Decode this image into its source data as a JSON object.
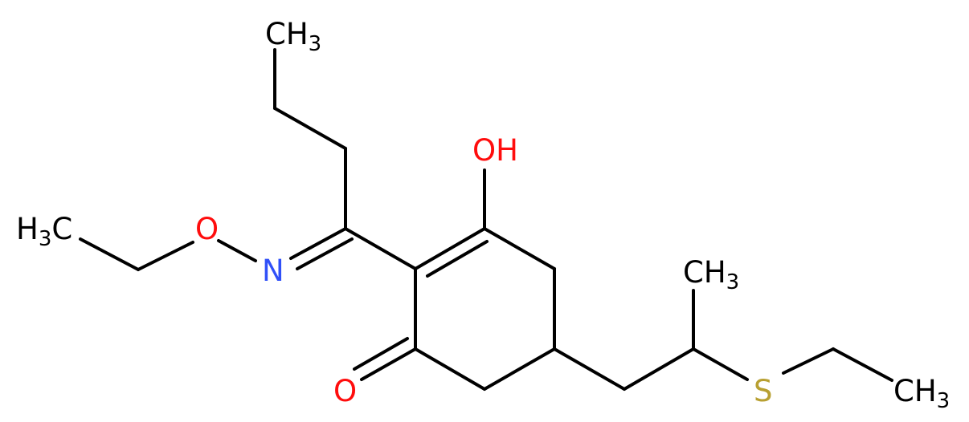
{
  "colors": {
    "carbon": "#000000",
    "oxygen": "#ff0d0d",
    "nitrogen": "#3050f8",
    "sulfur": "#b8a032"
  },
  "labels": {
    "ch3_top": {
      "main": "CH",
      "sub": "3"
    },
    "oh": {
      "main": "OH"
    },
    "h3c_left": {
      "pre": "H",
      "sub": "3",
      "post": "C"
    },
    "o_ether": {
      "main": "O"
    },
    "n_imine": {
      "main": "N"
    },
    "o_ketone": {
      "main": "O"
    },
    "ch3_branch": {
      "main": "CH",
      "sub": "3"
    },
    "s_thio": {
      "main": "S"
    },
    "ch3_right": {
      "main": "CH",
      "sub": "3"
    }
  }
}
